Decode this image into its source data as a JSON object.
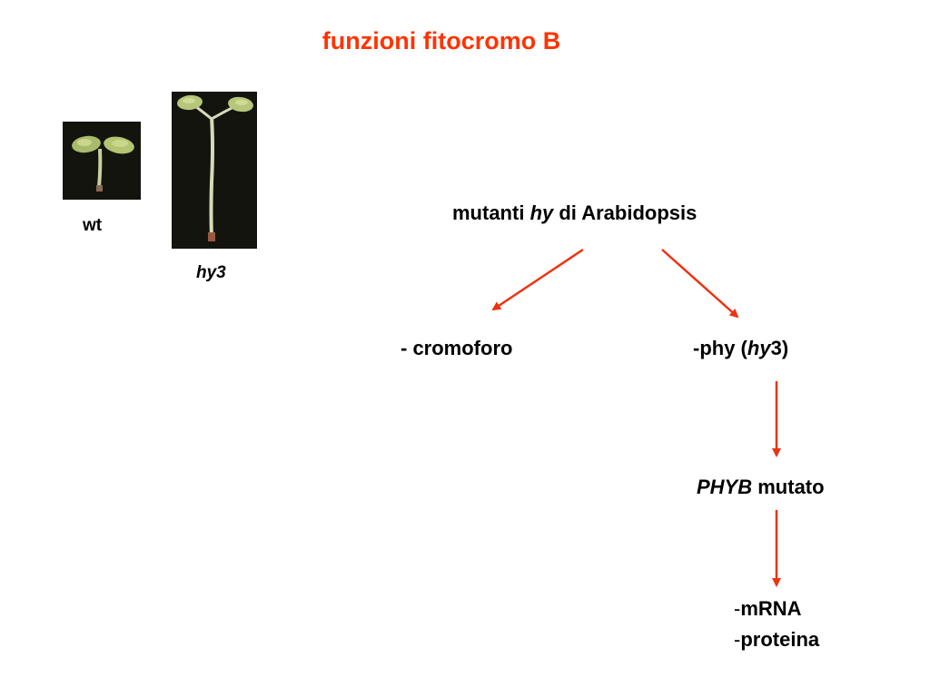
{
  "title": "funzioni fitocromo B",
  "photos": {
    "wt_label": "wt",
    "hy3_label": "hy3"
  },
  "diagram": {
    "root": {
      "pre": "mutanti ",
      "italic": "hy",
      "post": " di Arabidopsis"
    },
    "left_branch": "- cromoforo",
    "right_branch": {
      "pre": "-phy (",
      "italic": "hy",
      "post": "3)"
    },
    "gene": {
      "italic": "PHYB",
      "post": " mutato"
    },
    "products": [
      {
        "dash": "-",
        "text": "mRNA"
      },
      {
        "dash": "-",
        "text": "proteina"
      }
    ]
  },
  "colors": {
    "accent": "#ff3300",
    "arrow": "#ee3311"
  }
}
